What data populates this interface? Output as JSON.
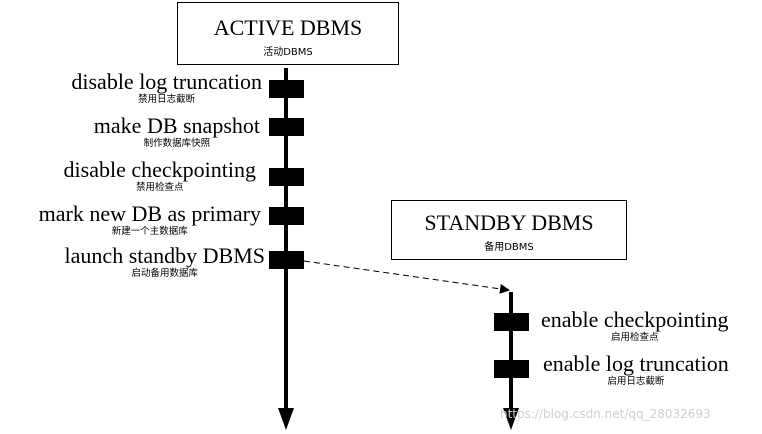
{
  "active": {
    "title": "ACTIVE DBMS",
    "subtitle": "活动DBMS",
    "steps": [
      {
        "label": "disable log truncation",
        "sub": "禁用日志截断"
      },
      {
        "label": "make DB snapshot",
        "sub": "制作数据库快照"
      },
      {
        "label": "disable checkpointing",
        "sub": "禁用检查点"
      },
      {
        "label": "mark new DB as primary",
        "sub": "新建一个主数据库"
      },
      {
        "label": "launch standby DBMS",
        "sub": "启动备用数据库"
      }
    ]
  },
  "standby": {
    "title": "STANDBY DBMS",
    "subtitle": "备用DBMS",
    "steps": [
      {
        "label": "enable checkpointing",
        "sub": "启用检查点"
      },
      {
        "label": "enable log truncation",
        "sub": "启用日志截断"
      }
    ]
  },
  "watermark": "https://blog.csdn.net/qq_28032693"
}
